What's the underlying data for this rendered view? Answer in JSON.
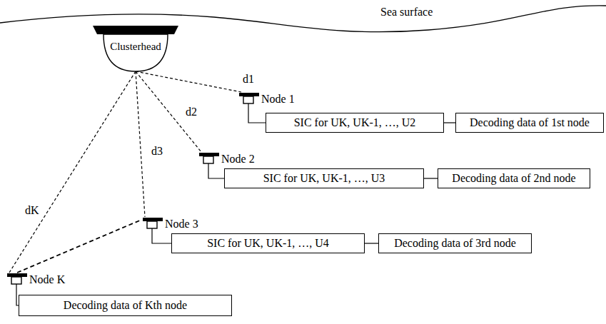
{
  "diagram": {
    "nodes": [
      {
        "text": [
          "Clusterhead"
        ]
      },
      {
        "text": [
          "Node 1"
        ]
      },
      {
        "text": [
          "SIC for UK, UK-1, …, U2"
        ]
      },
      {
        "text": [
          "Decoding data of 1st node"
        ]
      },
      {
        "text": [
          "Node 2"
        ]
      },
      {
        "text": [
          "SIC for UK, UK-1, …, U3"
        ]
      },
      {
        "text": [
          "Decoding data of 2nd node"
        ]
      },
      {
        "text": [
          "Node 3"
        ]
      },
      {
        "text": [
          "SIC for UK, UK-1, …, U4"
        ]
      },
      {
        "text": [
          "Decoding data of 3rd node"
        ]
      },
      {
        "text": [
          "Node K"
        ]
      },
      {
        "text": [
          "Decoding data of Kth node"
        ]
      }
    ],
    "edges": [
      {
        "from": 0,
        "to": 1,
        "arrow": "none",
        "label": "d1"
      },
      {
        "from": 0,
        "to": 4,
        "arrow": "none",
        "label": "d2"
      },
      {
        "from": 0,
        "to": 7,
        "arrow": "none",
        "label": "d3"
      },
      {
        "from": 0,
        "to": 10,
        "arrow": "none",
        "label": "dK"
      },
      {
        "from": 1,
        "to": 2,
        "arrow": "none"
      },
      {
        "from": 2,
        "to": 3,
        "arrow": "none"
      },
      {
        "from": 4,
        "to": 5,
        "arrow": "none"
      },
      {
        "from": 5,
        "to": 6,
        "arrow": "none"
      },
      {
        "from": 7,
        "to": 8,
        "arrow": "none"
      },
      {
        "from": 8,
        "to": 9,
        "arrow": "none"
      },
      {
        "from": 10,
        "to": 11,
        "arrow": "none"
      },
      {
        "from": 10,
        "to": 7,
        "arrow": "none"
      }
    ],
    "labels": [
      "Sea surface"
    ]
  }
}
